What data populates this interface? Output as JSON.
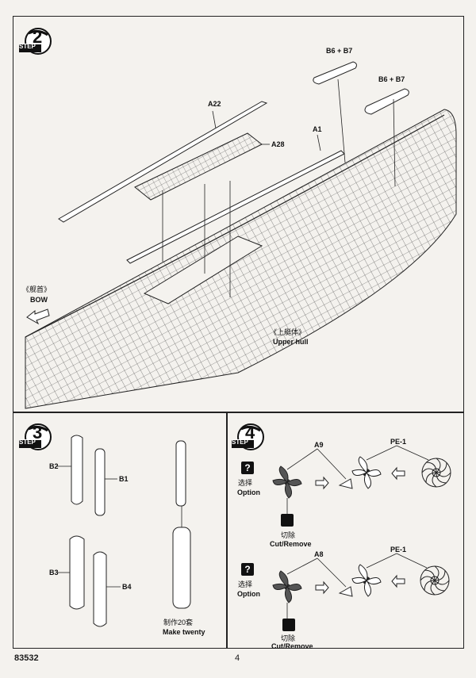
{
  "step2": {
    "step_word": "STEP",
    "step_number": "2",
    "labels": {
      "b6b7_top": "B6 + B7",
      "b6b7_right": "B6 + B7",
      "a22": "A22",
      "a28": "A28",
      "a1": "A1",
      "bow_cn": "《舰首》",
      "bow_en": "BOW",
      "upper_hull_cn": "《上艇体》",
      "upper_hull_en": "Upper hull"
    }
  },
  "step3": {
    "step_word": "STEP",
    "step_number": "3",
    "labels": {
      "b2": "B2",
      "b1": "B1",
      "b3": "B3",
      "b4": "B4",
      "make_cn": "制作20套",
      "make_en": "Make twenty"
    }
  },
  "step4": {
    "step_word": "STEP",
    "step_number": "4",
    "option_cn": "选择",
    "option_en": "Option",
    "cut_cn": "切除",
    "cut_en": "Cut/Remove",
    "a9": "A9",
    "a8": "A8",
    "pe1_top": "PE-1",
    "pe1_bottom": "PE-1",
    "option_icon": "question-icon",
    "cut_icon": "cut-remove-icon"
  },
  "footer": {
    "code": "83532",
    "page": "4"
  }
}
